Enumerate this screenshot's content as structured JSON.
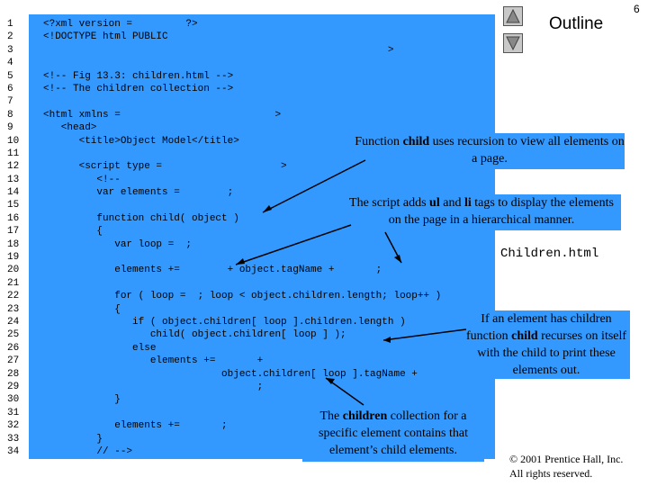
{
  "page_number": "6",
  "outline": {
    "title": "Outline"
  },
  "filename": "Children.html",
  "code": {
    "line_numbers": [
      "1",
      "2",
      "3",
      "4",
      "5",
      "6",
      "7",
      "8",
      "9",
      "10",
      "11",
      "12",
      "13",
      "14",
      "15",
      "16",
      "17",
      "18",
      "19",
      "20",
      "21",
      "22",
      "23",
      "24",
      "25",
      "26",
      "27",
      "28",
      "29",
      "30",
      "31",
      "32",
      "33",
      "34"
    ],
    "lines": [
      "<?xml version =         ?>",
      "<!DOCTYPE html PUBLIC",
      "                                                          >",
      "",
      "<!-- Fig 13.3: children.html -->",
      "<!-- The children collection -->",
      "",
      "<html xmlns =                          >",
      "   <head>",
      "      <title>Object Model</title>",
      "",
      "      <script type =                    >",
      "         <!--",
      "         var elements =        ;",
      "",
      "         function child( object )",
      "         {",
      "            var loop =  ;",
      "",
      "            elements +=        + object.tagName +       ;",
      "",
      "            for ( loop =  ; loop < object.children.length; loop++ )",
      "            {",
      "               if ( object.children[ loop ].children.length )",
      "                  child( object.children[ loop ] );",
      "               else",
      "                  elements +=       +",
      "                              object.children[ loop ].tagName +",
      "                                    ;",
      "            }",
      "",
      "            elements +=       ;",
      "         }",
      "         // -->"
    ]
  },
  "callouts": {
    "c1_pre": "Function ",
    "c1_bold": "child",
    "c1_post": " uses recursion to view all elements on a page.",
    "c2_pre": "The script adds ",
    "c2_bold1": "ul",
    "c2_mid": " and ",
    "c2_bold2": "li",
    "c2_post": " tags to display the elements on the page in a hierarchical manner.",
    "c3_pre": "If an element has children function ",
    "c3_bold": "child",
    "c3_post": " recurses on itself with the child to print these elements out.",
    "c4_pre": "The ",
    "c4_bold": "children",
    "c4_post": " collection for a specific element contains that element’s child elements."
  },
  "copyright": {
    "line1": "© 2001 Prentice Hall, Inc.",
    "line2": "All rights reserved."
  },
  "colors": {
    "panel": "#3399ff",
    "button": "#c8c8c8"
  },
  "icons": {
    "prev": "triangle-up-icon",
    "next": "triangle-down-icon"
  }
}
